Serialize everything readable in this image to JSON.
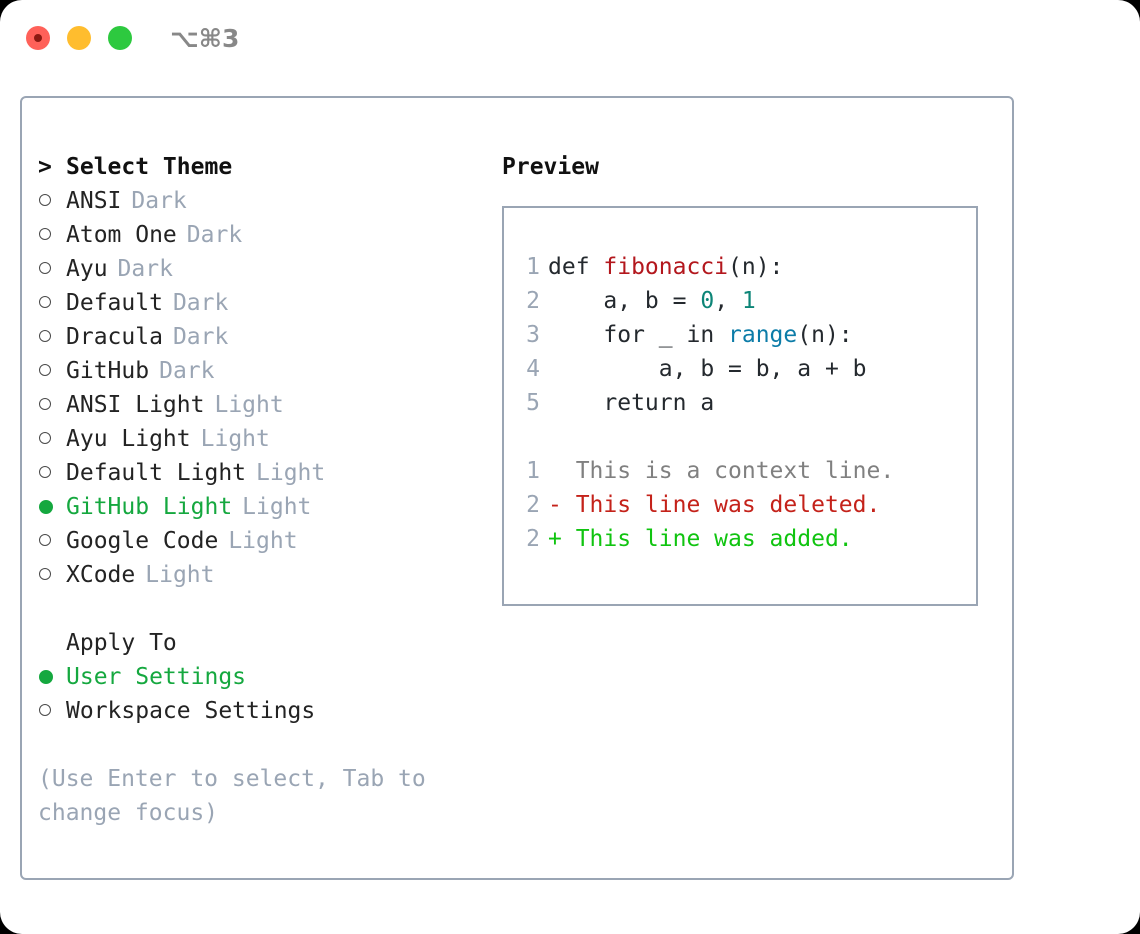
{
  "titlebar": {
    "shortcut": "⌥⌘3",
    "lights": [
      "close-red",
      "minimize-yellow",
      "zoom-green"
    ]
  },
  "colors": {
    "accent_green": "#15a83f",
    "muted": "#9aa5b4",
    "text": "#232323",
    "border": "#9aa5b4",
    "diff_add": "#10c410",
    "diff_del": "#c4221a"
  },
  "theme_section": {
    "header_marker": ">",
    "header": "Select Theme",
    "items": [
      {
        "label": "ANSI",
        "tag": "Dark",
        "selected": false
      },
      {
        "label": "Atom One",
        "tag": "Dark",
        "selected": false
      },
      {
        "label": "Ayu",
        "tag": "Dark",
        "selected": false
      },
      {
        "label": "Default",
        "tag": "Dark",
        "selected": false
      },
      {
        "label": "Dracula",
        "tag": "Dark",
        "selected": false
      },
      {
        "label": "GitHub",
        "tag": "Dark",
        "selected": false
      },
      {
        "label": "ANSI Light",
        "tag": "Light",
        "selected": false
      },
      {
        "label": "Ayu Light",
        "tag": "Light",
        "selected": false
      },
      {
        "label": "Default Light",
        "tag": "Light",
        "selected": false
      },
      {
        "label": "GitHub Light",
        "tag": "Light",
        "selected": true
      },
      {
        "label": "Google Code",
        "tag": "Light",
        "selected": false
      },
      {
        "label": "XCode",
        "tag": "Light",
        "selected": false
      }
    ]
  },
  "apply_section": {
    "header": "Apply To",
    "items": [
      {
        "label": "User Settings",
        "selected": true
      },
      {
        "label": "Workspace Settings",
        "selected": false
      }
    ]
  },
  "hint": "(Use Enter to select, Tab to change focus)",
  "preview": {
    "title": "Preview",
    "code_lines": [
      {
        "num": "1",
        "tokens": [
          {
            "t": "def ",
            "c": "plain"
          },
          {
            "t": "fibonacci",
            "c": "func"
          },
          {
            "t": "(n):",
            "c": "plain"
          }
        ]
      },
      {
        "num": "2",
        "tokens": [
          {
            "t": "    a, b = ",
            "c": "plain"
          },
          {
            "t": "0",
            "c": "num"
          },
          {
            "t": ", ",
            "c": "plain"
          },
          {
            "t": "1",
            "c": "num"
          }
        ]
      },
      {
        "num": "3",
        "tokens": [
          {
            "t": "    for _ in ",
            "c": "plain"
          },
          {
            "t": "range",
            "c": "call"
          },
          {
            "t": "(n):",
            "c": "plain"
          }
        ]
      },
      {
        "num": "4",
        "tokens": [
          {
            "t": "        a, b = b, a + b",
            "c": "plain"
          }
        ]
      },
      {
        "num": "5",
        "tokens": [
          {
            "t": "    return a",
            "c": "plain"
          }
        ]
      },
      {
        "num": "",
        "tokens": [
          {
            "t": "",
            "c": "plain"
          }
        ]
      },
      {
        "num": "1",
        "tokens": [
          {
            "t": "  This is a context line.",
            "c": "ctx"
          }
        ]
      },
      {
        "num": "2",
        "tokens": [
          {
            "t": "- This line was deleted.",
            "c": "del"
          }
        ]
      },
      {
        "num": "2",
        "tokens": [
          {
            "t": "+ This line was added.",
            "c": "add"
          }
        ]
      }
    ]
  }
}
